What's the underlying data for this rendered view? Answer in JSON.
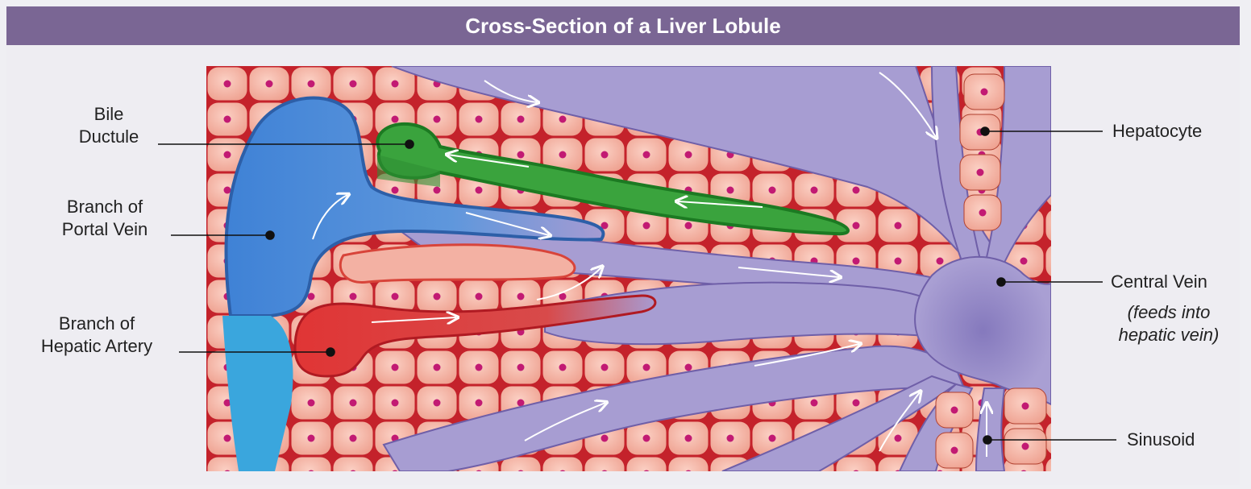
{
  "title": "Cross-Section of a Liver Lobule",
  "labels": {
    "bile_ductule": [
      "Bile",
      "Ductule"
    ],
    "portal_vein": [
      "Branch of",
      "Portal Vein"
    ],
    "hepatic_artery": [
      "Branch of",
      "Hepatic Artery"
    ],
    "hepatocyte": "Hepatocyte",
    "central_vein": "Central Vein",
    "central_vein_note": [
      "(feeds into",
      "hepatic vein)"
    ],
    "sinusoid": "Sinusoid"
  },
  "colors": {
    "title_bar": "#7a6694",
    "background": "#eeedf2",
    "hepatocyte": "#f3b1a3",
    "nucleus": "#c21a73",
    "interstitial_red": "#c4222b",
    "sinusoid_purple": "#9a8fc8",
    "portal_vein_blue": "#4f8fd8",
    "hepatic_artery_red": "#e23a3a",
    "bile_ductule_green": "#35a038"
  }
}
